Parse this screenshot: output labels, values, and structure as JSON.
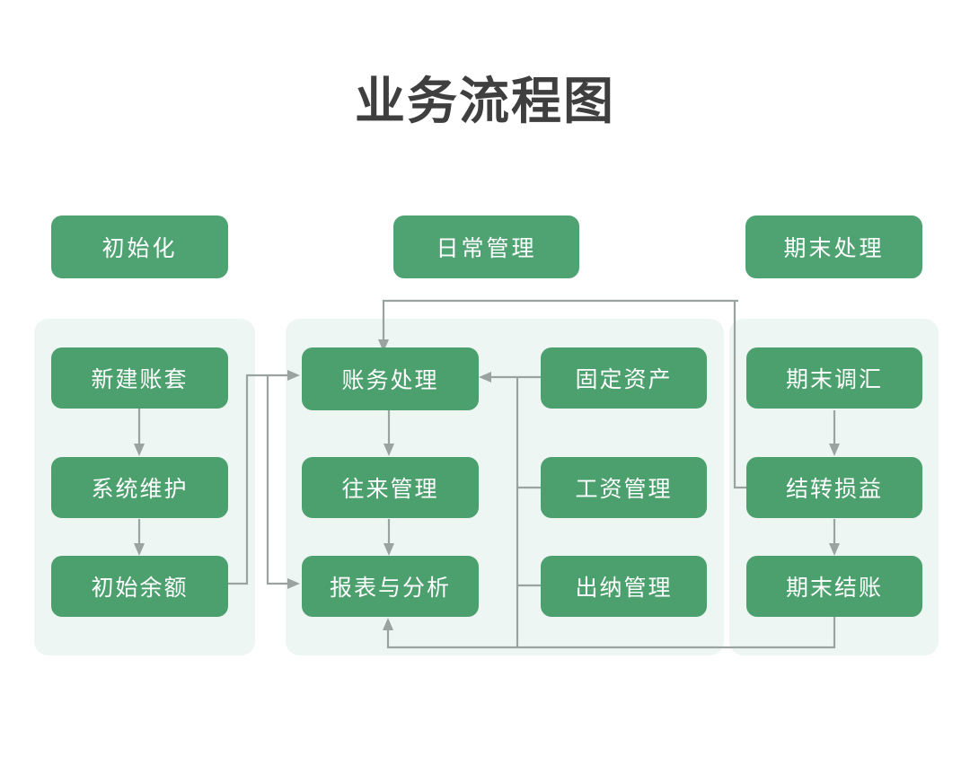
{
  "page": {
    "title": "业务流程图",
    "background_color": "#ffffff",
    "title_color": "#3f3f3f"
  },
  "theme": {
    "node_green": "#4CA06E",
    "header_green": "#4FA372",
    "panel_mint": "#EDF6F3",
    "connector_gray": "#9aa3a0",
    "node_text": "#ffffff"
  },
  "sections": [
    {
      "id": "init",
      "header": "初始化",
      "panel": true
    },
    {
      "id": "daily",
      "header": "日常管理",
      "panel": true
    },
    {
      "id": "close",
      "header": "期末处理",
      "panel": true
    }
  ],
  "headers": [
    {
      "key": "initialization",
      "label": "初始化"
    },
    {
      "key": "daily-management",
      "label": "日常管理"
    },
    {
      "key": "period-end",
      "label": "期末处理"
    }
  ],
  "columns": [
    {
      "key": "initialization",
      "nodes": [
        {
          "key": "new-account-set",
          "label": "新建账套"
        },
        {
          "key": "system-maintenance",
          "label": "系统维护"
        },
        {
          "key": "initial-balance",
          "label": "初始余额"
        }
      ]
    },
    {
      "key": "daily-primary",
      "nodes": [
        {
          "key": "accounting-processing",
          "label": "账务处理"
        },
        {
          "key": "receivables-payables",
          "label": "往来管理"
        },
        {
          "key": "reports-analysis",
          "label": "报表与分析"
        }
      ]
    },
    {
      "key": "daily-secondary",
      "nodes": [
        {
          "key": "fixed-assets",
          "label": "固定资产"
        },
        {
          "key": "payroll-management",
          "label": "工资管理"
        },
        {
          "key": "cashier-management",
          "label": "出纳管理"
        }
      ]
    },
    {
      "key": "period-end",
      "nodes": [
        {
          "key": "period-end-fx-adjustment",
          "label": "期末调汇"
        },
        {
          "key": "carry-forward-profit-loss",
          "label": "结转损益"
        },
        {
          "key": "period-end-closing",
          "label": "期末结账"
        }
      ]
    }
  ],
  "connections": [
    {
      "from": "新建账套",
      "to": "系统维护",
      "type": "arrow-down"
    },
    {
      "from": "系统维护",
      "to": "初始余额",
      "type": "arrow-down"
    },
    {
      "from": "初始余额",
      "to": "账务处理",
      "type": "arrow-right-up"
    },
    {
      "from": "初始余额",
      "to": "报表与分析",
      "type": "arrow-right"
    },
    {
      "from": "账务处理",
      "to": "往来管理",
      "type": "arrow-down"
    },
    {
      "from": "往来管理",
      "to": "报表与分析",
      "type": "arrow-down"
    },
    {
      "from": "固定资产",
      "to": "账务处理",
      "type": "arrow-left"
    },
    {
      "from": "工资管理",
      "to": "账务处理",
      "type": "bus-left"
    },
    {
      "from": "出纳管理",
      "to": "账务处理",
      "type": "bus-left"
    },
    {
      "from": "期末处理",
      "to": "账务处理",
      "type": "arrow-top-loop"
    },
    {
      "from": "期末调汇",
      "to": "结转损益",
      "type": "arrow-down"
    },
    {
      "from": "结转损益",
      "to": "期末结账",
      "type": "arrow-down"
    },
    {
      "from": "期末结账",
      "to": "报表与分析",
      "type": "arrow-bottom-loop"
    }
  ]
}
